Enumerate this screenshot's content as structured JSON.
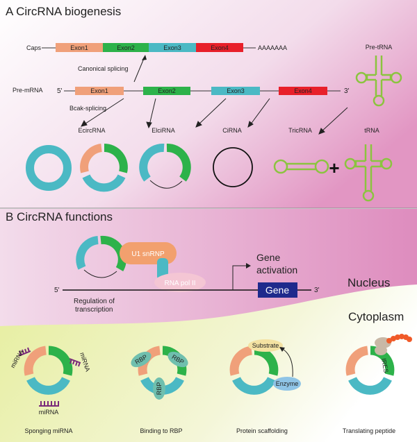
{
  "section_a": {
    "title": "A  CircRNA biogenesis",
    "caps_label": "Caps",
    "polya_label": "AAAAAAA",
    "exon1": "Exon1",
    "exon2": "Exon2",
    "exon3": "Exon3",
    "exon4": "Exon4",
    "canonical_splicing": "Canonical splicing",
    "premrna_label": "Pre-mRNA",
    "five_prime": "5'",
    "three_prime": "3'",
    "back_splicing": "Bcak-splicing",
    "pre_trna": "Pre-tRNA",
    "ecircrna": "EcircRNA",
    "elcirna": "ElciRNA",
    "cirna": "CiRNA",
    "tricrna": "TricRNA",
    "trna": "tRNA",
    "plus": "+"
  },
  "section_b": {
    "title": "B  CircRNA functions",
    "u1_snrnp": "U1 snRNP",
    "rna_pol": "RNA pol  II",
    "gene_activation_1": "Gene",
    "gene_activation_2": "activation",
    "gene": "Gene",
    "five_prime": "5'",
    "three_prime": "3'",
    "regulation_1": "Regulation of",
    "regulation_2": "transcription",
    "nucleus": "Nucleus",
    "cytoplasm": "Cytoplasm",
    "mirna": "miRNA",
    "rbp": "RBP",
    "substrate": "Substrate",
    "enzyme": "Enzyme",
    "ires": "IRES",
    "sponging": "Sponging miRNA",
    "binding": "Binding to RBP",
    "scaffolding": "Protein scaffolding",
    "translating": "Translating peptide"
  },
  "colors": {
    "exon1": "#F0A07A",
    "exon2": "#2DB24A",
    "exon3": "#4BB9C4",
    "exon4": "#E8202A",
    "trna": "#8BC43F",
    "gene": "#1E2A8C",
    "u1": "#F2A06E",
    "pol": "#F4C6D4"
  }
}
